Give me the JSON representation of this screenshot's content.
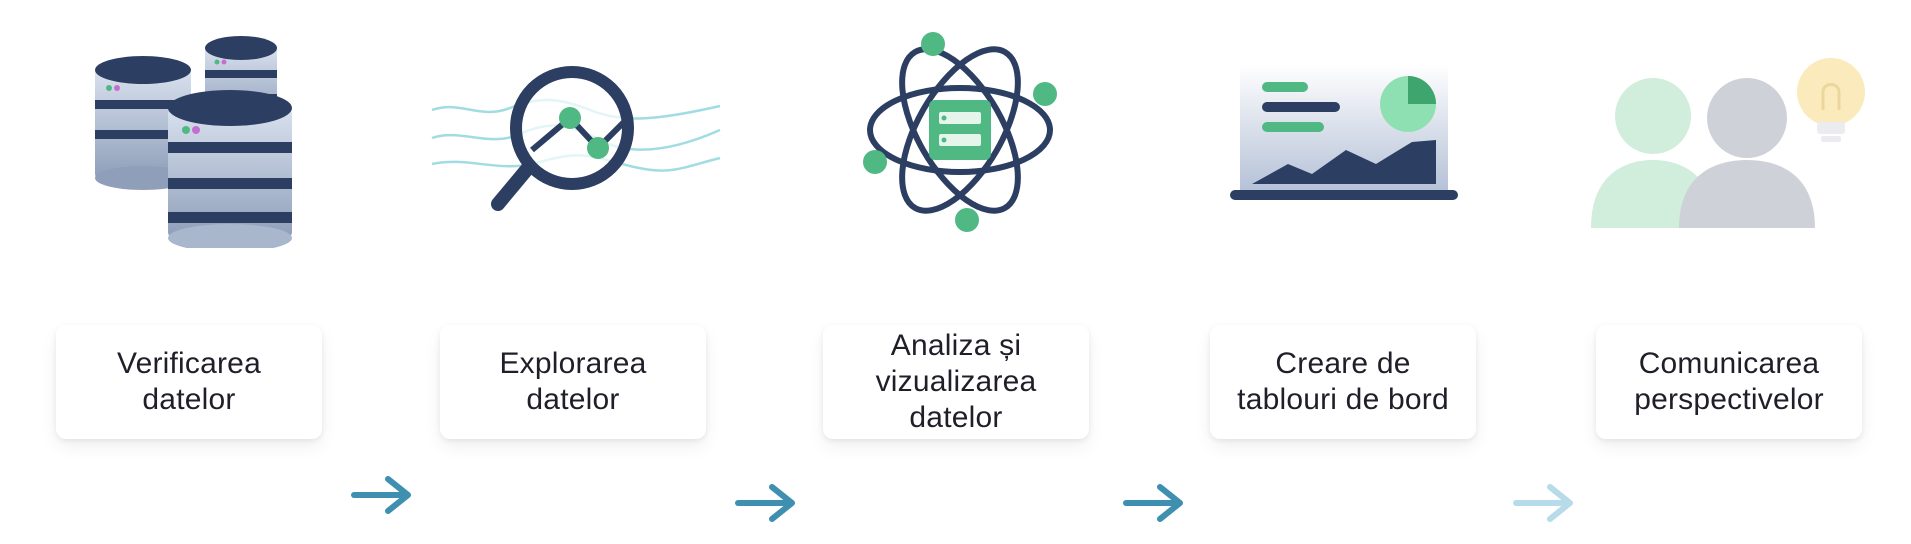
{
  "steps": [
    {
      "label": "Verificarea\ndatelor",
      "icon": "database-stack-icon"
    },
    {
      "label": "Explorarea\ndatelor",
      "icon": "magnifier-data-icon"
    },
    {
      "label": "Analiza și\nvizualizarea\ndatelor",
      "icon": "atom-icon"
    },
    {
      "label": "Creare de\ntablouri de bord",
      "icon": "dashboard-monitor-icon"
    },
    {
      "label": "Comunicarea\nperspectivelor",
      "icon": "people-lightbulb-icon"
    }
  ],
  "colors": {
    "navy": "#2d3e63",
    "navy_light": "#b8c4d8",
    "green": "#4fb883",
    "teal": "#8ad4dc",
    "arrow": "#3f8fb0",
    "arrow_faded": "#b7dbe8",
    "card_text": "#1f1f2a"
  }
}
